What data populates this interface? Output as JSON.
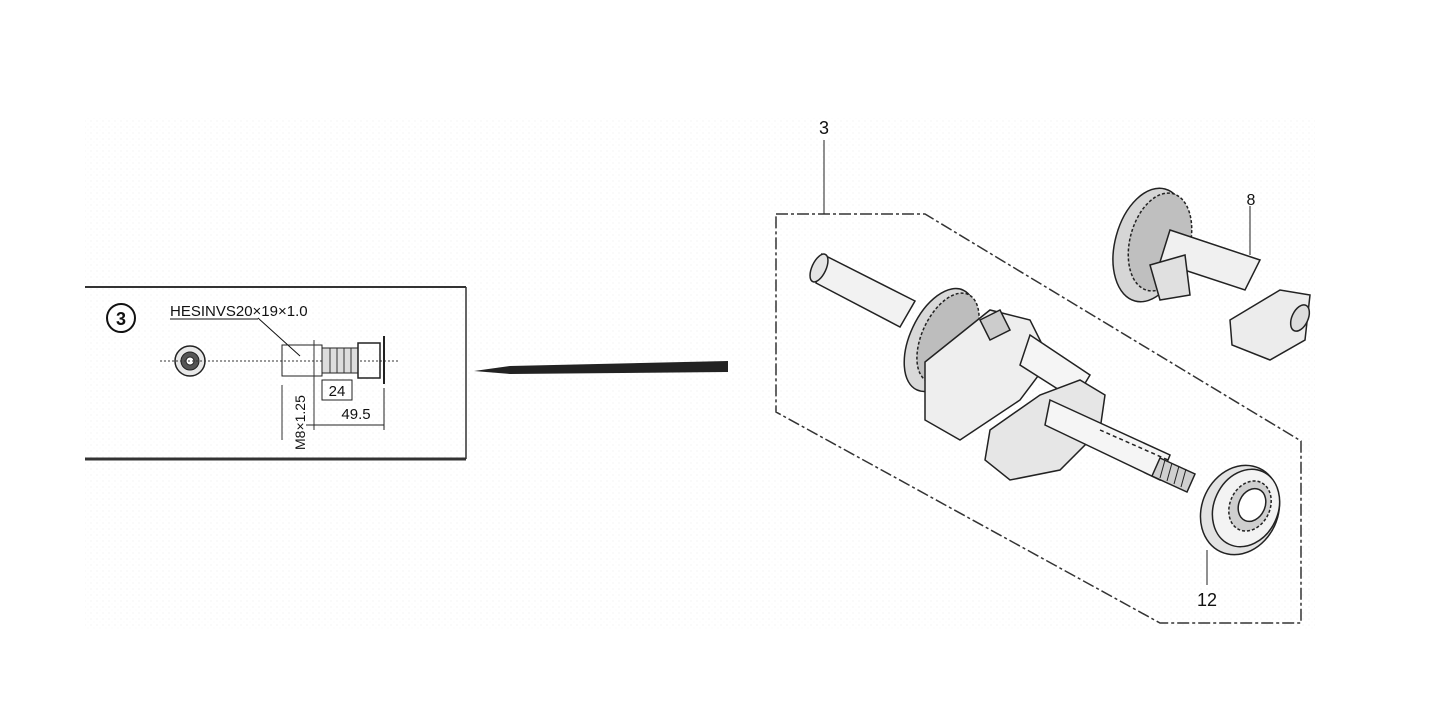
{
  "detail_panel": {
    "ref_number": "3",
    "code": "HESINVS20x19x10",
    "code_display": "HESINVS20×19×1.0",
    "thread_dim": "M8×1.25",
    "dim_a": "24",
    "dim_b": "49.5"
  },
  "parts": {
    "crankshaft_ref": "3",
    "governor_gear_ref": "8",
    "bearing_ref": "12"
  }
}
